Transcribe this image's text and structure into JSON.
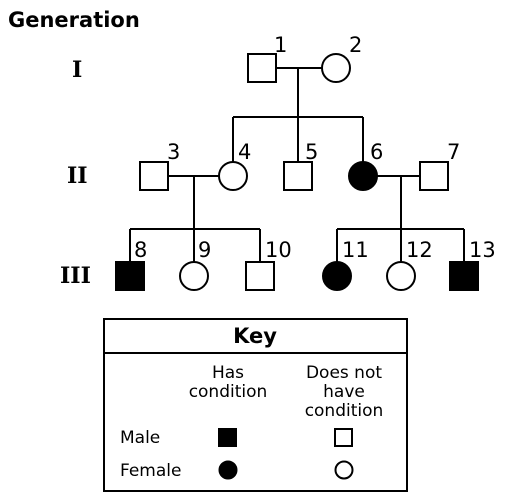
{
  "title": "Generation",
  "generations": [
    {
      "label": "I"
    },
    {
      "label": "II"
    },
    {
      "label": "III"
    }
  ],
  "individuals": [
    {
      "id": "1",
      "sex": "male",
      "affected": false,
      "generation": "I"
    },
    {
      "id": "2",
      "sex": "female",
      "affected": false,
      "generation": "I"
    },
    {
      "id": "3",
      "sex": "male",
      "affected": false,
      "generation": "II"
    },
    {
      "id": "4",
      "sex": "female",
      "affected": false,
      "generation": "II"
    },
    {
      "id": "5",
      "sex": "male",
      "affected": false,
      "generation": "II"
    },
    {
      "id": "6",
      "sex": "female",
      "affected": true,
      "generation": "II"
    },
    {
      "id": "7",
      "sex": "male",
      "affected": false,
      "generation": "II"
    },
    {
      "id": "8",
      "sex": "male",
      "affected": true,
      "generation": "III"
    },
    {
      "id": "9",
      "sex": "female",
      "affected": false,
      "generation": "III"
    },
    {
      "id": "10",
      "sex": "male",
      "affected": false,
      "generation": "III"
    },
    {
      "id": "11",
      "sex": "female",
      "affected": true,
      "generation": "III"
    },
    {
      "id": "12",
      "sex": "female",
      "affected": false,
      "generation": "III"
    },
    {
      "id": "13",
      "sex": "male",
      "affected": true,
      "generation": "III"
    }
  ],
  "key": {
    "title": "Key",
    "col_affected": [
      "Has",
      "condition"
    ],
    "col_unaffected": [
      "Does not",
      "have",
      "condition"
    ],
    "row_male": "Male",
    "row_female": "Female"
  },
  "colors": {
    "affected": "#000000",
    "unaffected": "#ffffff",
    "line": "#000000"
  }
}
